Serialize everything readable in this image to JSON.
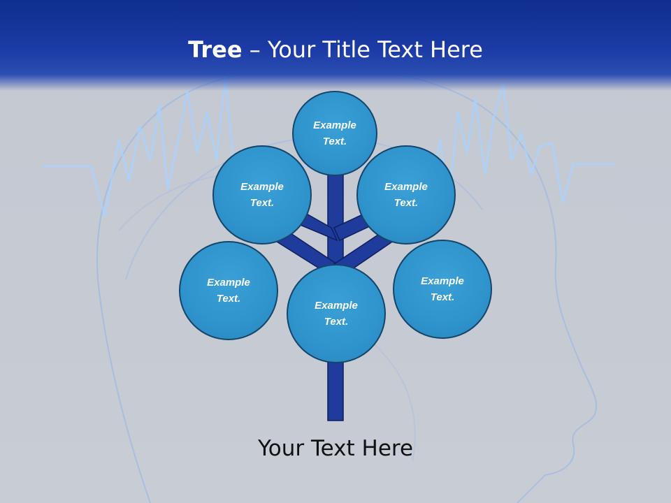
{
  "slide": {
    "title_bold": "Tree",
    "title_rest": " – Your Title Text Here",
    "caption": "Your Text Here"
  },
  "colors": {
    "header": "#1c3ba6",
    "node_fill": "#2f93cc",
    "node_border": "#14456a",
    "trunk": "#1f3c9c"
  },
  "nodes": [
    {
      "id": "top",
      "line1": "Example",
      "line2": "Text."
    },
    {
      "id": "upper-left",
      "line1": "Example",
      "line2": "Text."
    },
    {
      "id": "upper-right",
      "line1": "Example",
      "line2": "Text."
    },
    {
      "id": "lower-left",
      "line1": "Example",
      "line2": "Text."
    },
    {
      "id": "center",
      "line1": "Example",
      "line2": "Text."
    },
    {
      "id": "lower-right",
      "line1": "Example",
      "line2": "Text."
    }
  ]
}
